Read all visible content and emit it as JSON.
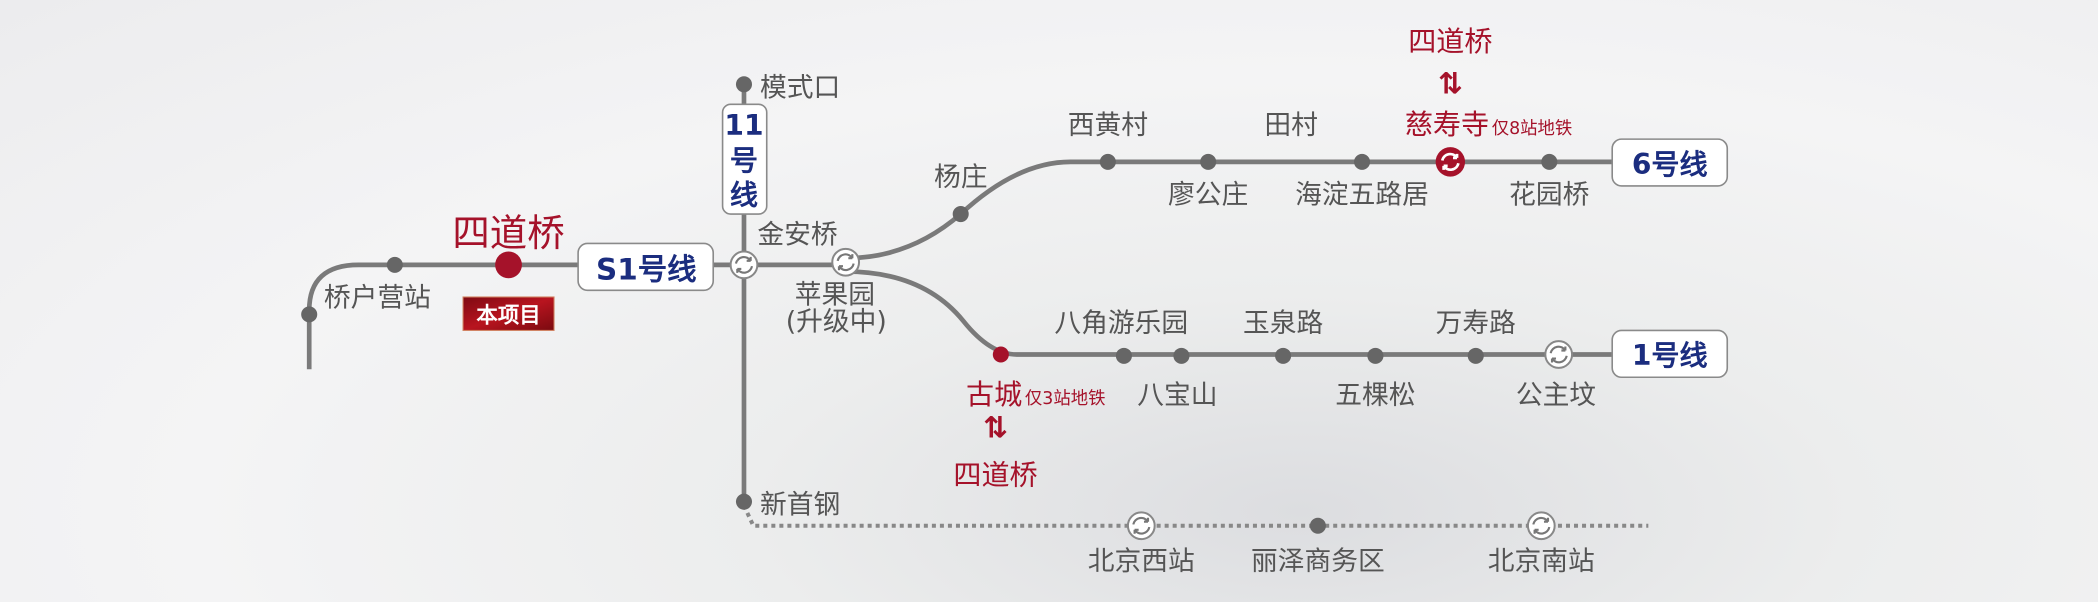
{
  "title_project": "四道桥",
  "badge": "本项目",
  "lines": {
    "s1": "S1号线",
    "l11_a": "11",
    "l11_b": "号",
    "l11_c": "线",
    "l6": "6号线",
    "l1": "1号线"
  },
  "stations": {
    "qiaohuying": "桥户营站",
    "moshikou": "模式口",
    "jinanqiao": "金安桥",
    "pingguoyuan": "苹果园",
    "pingguoyuan_note": "(升级中)",
    "yangzhuang": "杨庄",
    "xihuangcun": "西黄村",
    "liaogongzhuang": "廖公庄",
    "tiancun": "田村",
    "haidianwuluju": "海淀五路居",
    "cishousi": "慈寿寺",
    "huayuanqiao": "花园桥",
    "bajiao": "八角游乐园",
    "yuquanlu": "玉泉路",
    "wanshoulu": "万寿路",
    "gucheng": "古城",
    "babaoshan": "八宝山",
    "wukesong": "五棵松",
    "gongzhufen": "公主坟",
    "xinshougang": "新首钢",
    "beijingxi": "北京西站",
    "lize": "丽泽商务区",
    "beijingnan": "北京南站"
  },
  "callouts": {
    "top_origin": "四道桥",
    "top_arrow": "⇅",
    "top_note": "仅8站地铁",
    "bottom_note": "仅3站地铁",
    "bottom_arrow": "⇅",
    "bottom_dest": "四道桥"
  },
  "colors": {
    "accent_red": "#a5122a",
    "line_blue": "#1b2d7f",
    "track_gray": "#7a7a7a"
  }
}
